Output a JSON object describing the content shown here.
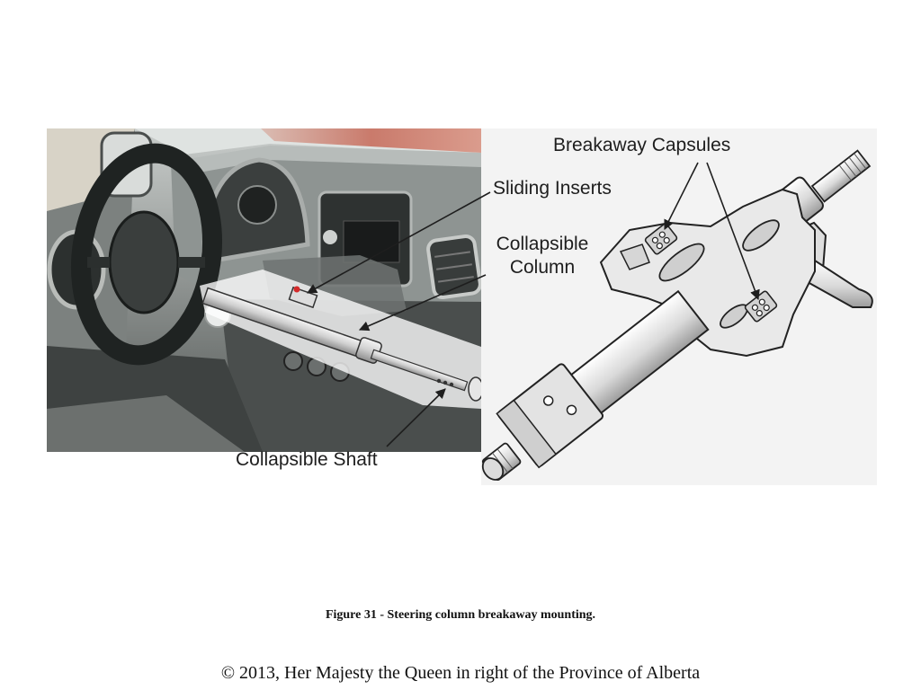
{
  "figure": {
    "labels": {
      "breakaway_capsules": "Breakaway Capsules",
      "sliding_inserts": "Sliding Inserts",
      "collapsible_column_line1": "Collapsible",
      "collapsible_column_line2": "Column",
      "collapsible_shaft": "Collapsible Shaft"
    },
    "caption": "Figure 31 - Steering column breakaway mounting."
  },
  "footer": {
    "copyright": "© 2013, Her Majesty the Queen in right of the Province of Alberta"
  },
  "colors": {
    "page_background": "#ffffff",
    "label_text": "#1e1e1e",
    "illustration_background": "#f3f3f3"
  }
}
